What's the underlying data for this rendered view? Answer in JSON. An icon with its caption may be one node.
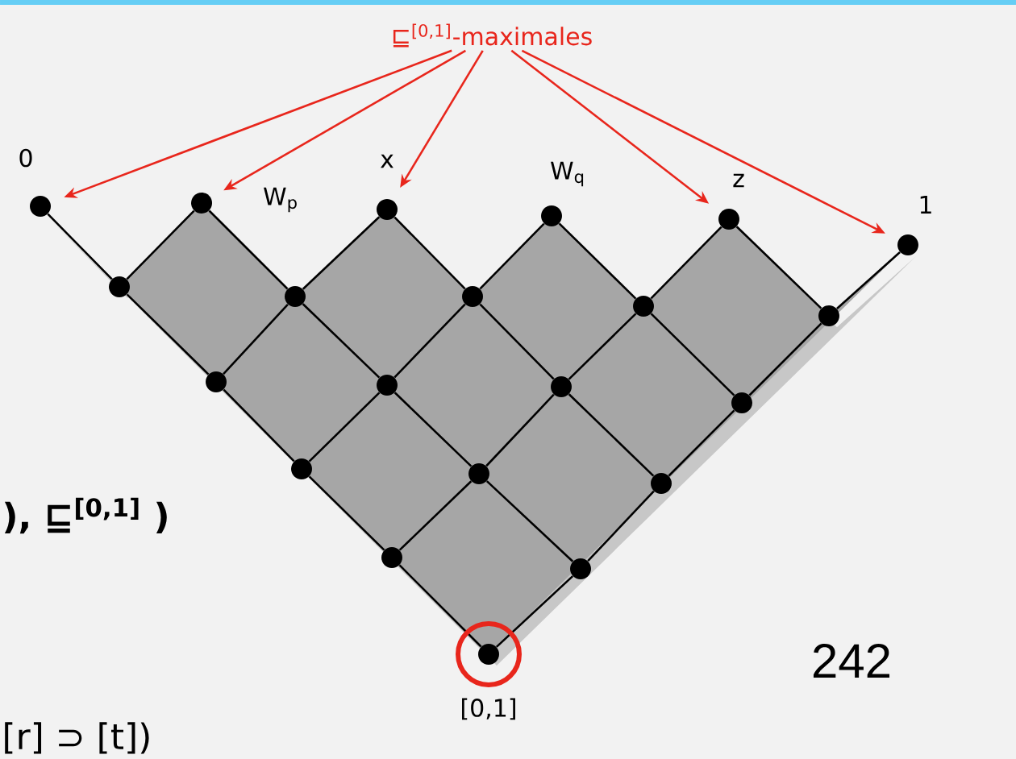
{
  "diagram": {
    "nodes": [
      {
        "text": [
          "⊑$^{[0,1]}$-maximales"
        ]
      },
      {
        "text": [],
        "shape": "circle",
        "beside": [
          "0"
        ]
      },
      {
        "text": [],
        "shape": "circle",
        "beside": [
          "W$_{p}$"
        ]
      },
      {
        "text": [],
        "shape": "circle",
        "beside": [
          "x"
        ]
      },
      {
        "text": [],
        "shape": "circle",
        "beside": [
          "W$_{q}$"
        ]
      },
      {
        "text": [],
        "shape": "circle",
        "beside": [
          "z"
        ]
      },
      {
        "text": [],
        "shape": "circle",
        "beside": [
          "1"
        ]
      },
      {
        "text": [],
        "shape": "circle"
      },
      {
        "text": [],
        "shape": "circle"
      },
      {
        "text": [],
        "shape": "circle"
      },
      {
        "text": [],
        "shape": "circle"
      },
      {
        "text": [],
        "shape": "circle"
      },
      {
        "text": [],
        "shape": "circle"
      },
      {
        "text": [],
        "shape": "circle"
      },
      {
        "text": [],
        "shape": "circle"
      },
      {
        "text": [],
        "shape": "circle"
      },
      {
        "text": [],
        "shape": "circle"
      },
      {
        "text": [],
        "shape": "circle"
      },
      {
        "text": [],
        "shape": "circle"
      },
      {
        "text": [],
        "shape": "circle"
      },
      {
        "text": [],
        "shape": "circle"
      },
      {
        "text": [],
        "shape": "circle",
        "beside": [
          "[0,1]"
        ]
      }
    ],
    "edges": [
      {
        "from": 0,
        "to": 1,
        "arrow": "to",
        "color": "#e8261c"
      },
      {
        "from": 0,
        "to": 2,
        "arrow": "to",
        "color": "#e8261c"
      },
      {
        "from": 0,
        "to": 3,
        "arrow": "to",
        "color": "#e8261c"
      },
      {
        "from": 0,
        "to": 5,
        "arrow": "to",
        "color": "#e8261c"
      },
      {
        "from": 0,
        "to": 6,
        "arrow": "to",
        "color": "#e8261c"
      },
      {
        "from": 1,
        "to": 7,
        "arrow": "none"
      },
      {
        "from": 2,
        "to": 7,
        "arrow": "none"
      },
      {
        "from": 2,
        "to": 8,
        "arrow": "none"
      },
      {
        "from": 3,
        "to": 8,
        "arrow": "none"
      },
      {
        "from": 3,
        "to": 9,
        "arrow": "none"
      },
      {
        "from": 4,
        "to": 9,
        "arrow": "none"
      },
      {
        "from": 4,
        "to": 10,
        "arrow": "none"
      },
      {
        "from": 5,
        "to": 10,
        "arrow": "none"
      },
      {
        "from": 5,
        "to": 11,
        "arrow": "none"
      },
      {
        "from": 6,
        "to": 11,
        "arrow": "none"
      },
      {
        "from": 7,
        "to": 12,
        "arrow": "none"
      },
      {
        "from": 8,
        "to": 12,
        "arrow": "none"
      },
      {
        "from": 8,
        "to": 13,
        "arrow": "none"
      },
      {
        "from": 9,
        "to": 13,
        "arrow": "none"
      },
      {
        "from": 9,
        "to": 14,
        "arrow": "none"
      },
      {
        "from": 10,
        "to": 14,
        "arrow": "none"
      },
      {
        "from": 10,
        "to": 15,
        "arrow": "none"
      },
      {
        "from": 11,
        "to": 15,
        "arrow": "none"
      },
      {
        "from": 12,
        "to": 16,
        "arrow": "none"
      },
      {
        "from": 13,
        "to": 16,
        "arrow": "none"
      },
      {
        "from": 13,
        "to": 17,
        "arrow": "none"
      },
      {
        "from": 14,
        "to": 17,
        "arrow": "none"
      },
      {
        "from": 14,
        "to": 18,
        "arrow": "none"
      },
      {
        "from": 15,
        "to": 18,
        "arrow": "none"
      },
      {
        "from": 16,
        "to": 19,
        "arrow": "none"
      },
      {
        "from": 17,
        "to": 19,
        "arrow": "none"
      },
      {
        "from": 17,
        "to": 20,
        "arrow": "none"
      },
      {
        "from": 18,
        "to": 20,
        "arrow": "none"
      },
      {
        "from": 19,
        "to": 21,
        "arrow": "none"
      },
      {
        "from": 20,
        "to": 21,
        "arrow": "none"
      }
    ],
    "labels": [
      "), ⊑$^{[0,1]}$ )",
      "[r] ⊃ [t])",
      "242"
    ]
  }
}
